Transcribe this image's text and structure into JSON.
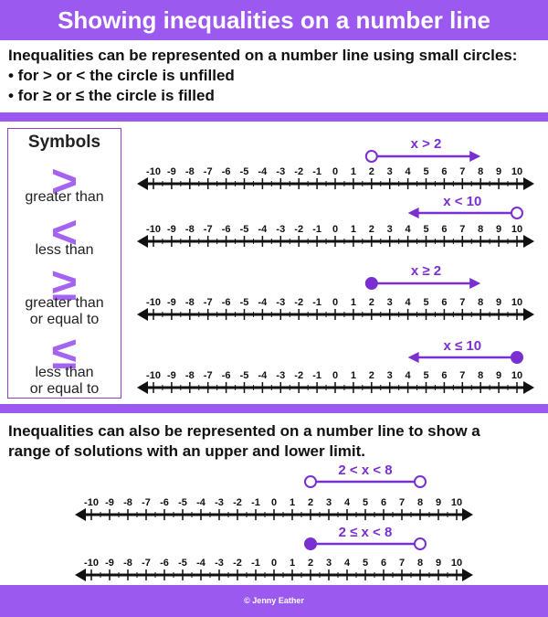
{
  "title": "Showing inequalities on a number line",
  "intro": {
    "line1": "Inequalities can be represented on a number line using small circles:",
    "line2": "• for > or < the circle is unfilled",
    "line3": "• for ≥ or ≤ the circle is filled"
  },
  "symbols": {
    "heading": "Symbols",
    "items": [
      {
        "glyph": ">",
        "label1": "greater than",
        "label2": ""
      },
      {
        "glyph": "<",
        "label1": "less than",
        "label2": ""
      },
      {
        "glyph": "≥",
        "label1": "greater than",
        "label2": "or equal to"
      },
      {
        "glyph": "≤",
        "label1": "less than",
        "label2": "or equal to"
      }
    ]
  },
  "range_text": {
    "line1": "Inequalities can also be represented on a number line to show a",
    "line2": "range of solutions with an upper and lower limit."
  },
  "footer": "© Jenny Eather",
  "colors": {
    "accent": "#9b59f0",
    "mark": "#7a2fd0",
    "line": "#111111"
  },
  "tick_values": [
    -10,
    -9,
    -8,
    -7,
    -6,
    -5,
    -4,
    -3,
    -2,
    -1,
    0,
    1,
    2,
    3,
    4,
    5,
    6,
    7,
    8,
    9,
    10
  ],
  "number_lines": [
    {
      "label": "x > 2",
      "from": 2,
      "to": 8,
      "from_circle": "open",
      "to_end": "arrow"
    },
    {
      "label": "x < 10",
      "from": 4,
      "to": 10,
      "from_circle": "arrow",
      "to_end": "open"
    },
    {
      "label": "x ≥ 2",
      "from": 2,
      "to": 8,
      "from_circle": "filled",
      "to_end": "arrow"
    },
    {
      "label": "x ≤ 10",
      "from": 4,
      "to": 10,
      "from_circle": "arrow",
      "to_end": "filled"
    },
    {
      "label": "2 < x < 8",
      "from": 2,
      "to": 8,
      "from_circle": "open",
      "to_end": "open"
    },
    {
      "label": "2 ≤ x < 8",
      "from": 2,
      "to": 8,
      "from_circle": "filled",
      "to_end": "open"
    }
  ]
}
